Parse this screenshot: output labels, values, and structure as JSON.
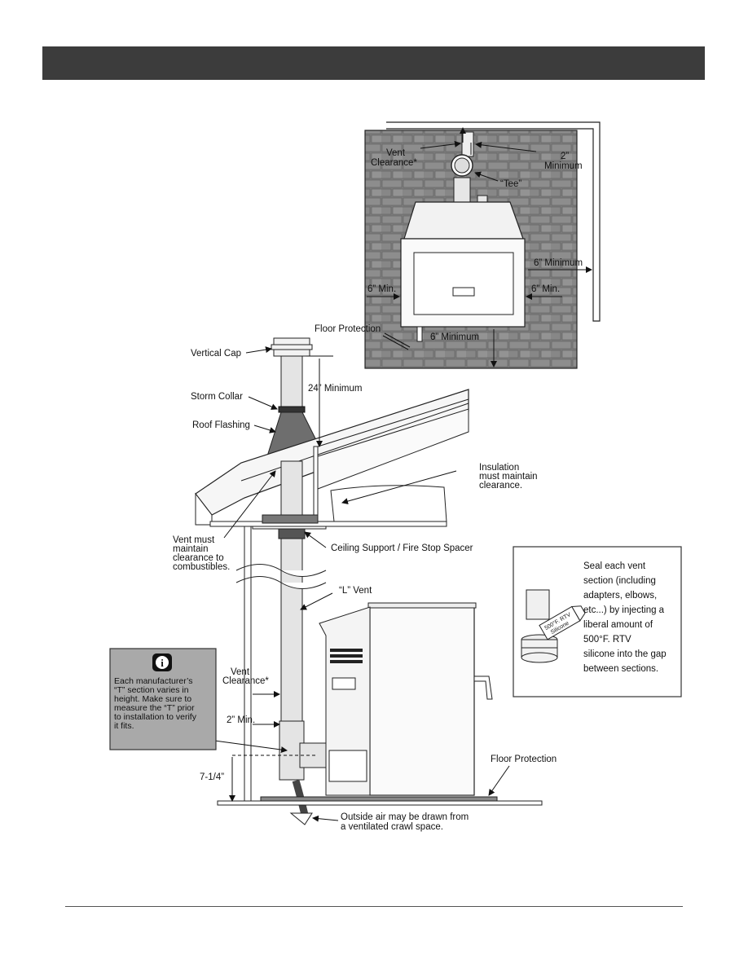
{
  "header": {
    "title": ""
  },
  "labels": {
    "vent_clearance_top_1": "Vent",
    "vent_clearance_top_2": "Clearance*",
    "two_min_top_1": "2”",
    "two_min_top_2": "Minimum",
    "tee": "“Tee”",
    "six_minimum_right": "6” Minimum",
    "six_min_left": "6” Min.",
    "six_min_right": "6” Min.",
    "floor_protection_top": "Floor Protection",
    "six_minimum_bottom": "6” Minimum",
    "vertical_cap": "Vertical Cap",
    "twenty_four_minimum": "24” Minimum",
    "storm_collar": "Storm Collar",
    "roof_flashing": "Roof Flashing",
    "insulation": [
      "Insulation",
      "must maintain",
      "clearance."
    ],
    "vent_must": [
      "Vent must",
      "maintain",
      "clearance to",
      "combustibles."
    ],
    "ceiling_support": "Ceiling Support / Fire Stop Spacer",
    "l_vent": "“L” Vent",
    "vent_clearance_side_1": "Vent",
    "vent_clearance_side_2": "Clearance*",
    "two_min_side": "2” Min.",
    "seven_quarter": "7-1/4”",
    "floor_protection_bottom": "Floor Protection",
    "outside_air": [
      "Outside air may be drawn from",
      "a ventilated crawl space."
    ]
  },
  "note": {
    "icon": "info-icon",
    "lines": [
      "Each manufacturer’s",
      "“T” section varies in",
      "height.  Make sure to",
      "measure the “T” prior",
      "to installation to verify",
      "it fits."
    ]
  },
  "seal_box": {
    "lines": [
      "Seal each vent",
      "section (including",
      "adapters, elbows,",
      "etc...) by injecting a",
      "liberal amount of",
      "500°F. RTV",
      "silicone into the gap",
      "between sections."
    ],
    "tube_text_1": "500°F. RTV",
    "tube_text_2": "Silicone"
  },
  "colors": {
    "header": "#3c3c3c",
    "brick": "#7e7e7e",
    "note_box": "#a9a9a9",
    "roof_flashing": "#6e6e6e"
  }
}
